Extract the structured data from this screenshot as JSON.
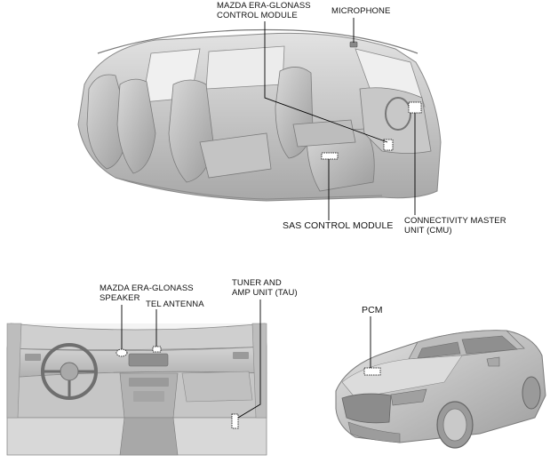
{
  "labels": {
    "era_glonass_module": [
      "MAZDA ERA-GLONASS",
      "CONTROL MODULE"
    ],
    "microphone": [
      "MICROPHONE"
    ],
    "sas_module": [
      "SAS CONTROL MODULE"
    ],
    "cmu": [
      "CONNECTIVITY MASTER",
      "UNIT (CMU)"
    ],
    "era_glonass_speaker": [
      "MAZDA ERA-GLONASS",
      "SPEAKER"
    ],
    "tel_antenna": [
      "TEL ANTENNA"
    ],
    "tau": [
      "TUNER AND",
      "AMP UNIT (TAU)"
    ],
    "pcm": [
      "PCM"
    ]
  },
  "colors": {
    "line": "#000000",
    "outline": "#8a8a8a",
    "fill_light": "#d6d6d6",
    "fill_mid": "#b9b9b9",
    "fill_dark": "#9a9a9a"
  }
}
